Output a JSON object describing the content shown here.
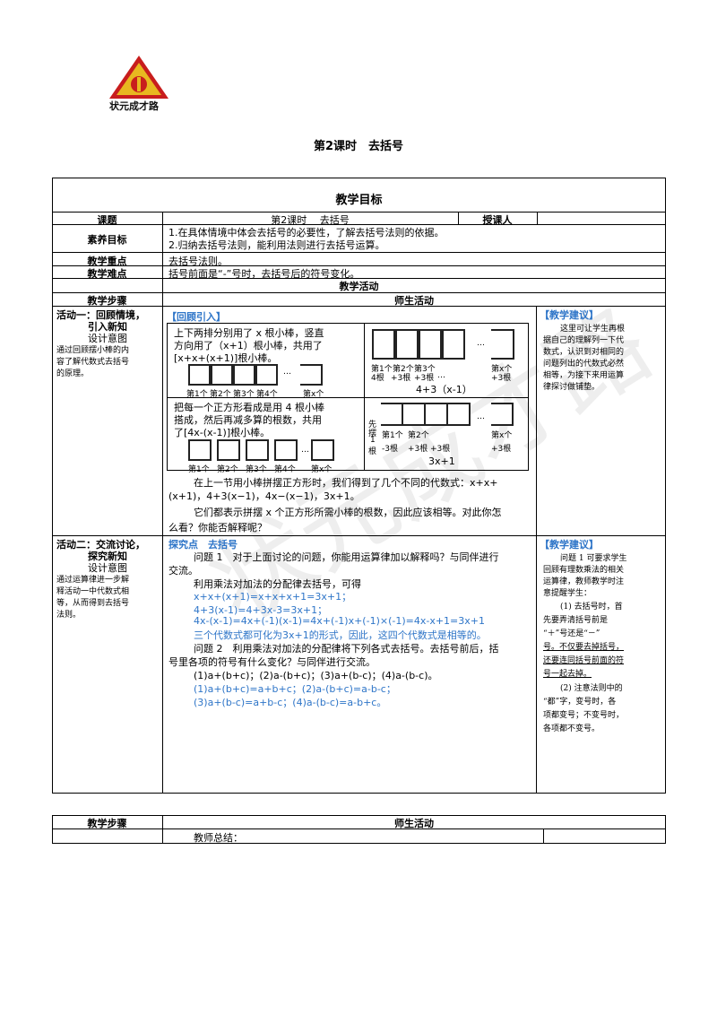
{
  "logo": {
    "text": "状元成才路"
  },
  "page_title": "第2课时　去括号",
  "table1": {
    "header": "教学目标",
    "rows": {
      "lesson_label": "课题",
      "lesson_value": "第2课时　 去括号",
      "teacher_label": "授课人",
      "goal_label": "素养目标",
      "goal_1": "1.在具体情境中体会去括号的必要性，了解去括号法则的依据。",
      "goal_2": "2.归纳去括号法则，能利用法则进行去括号运算。",
      "key_label": "教学重点",
      "key_value": "去括号法则。",
      "diff_label": "教学难点",
      "diff_value": "括号前面是“-”号时，去括号后的符号变化。",
      "activity_header": "教学活动",
      "steps_label": "教学步骤",
      "ts_label": "师生活动"
    },
    "act1": {
      "title_1": "活动一：回顾情境，",
      "title_2": "引入新知",
      "design": "设计意图",
      "intent": [
        "通过回顾摆小棒的内",
        "容了解代数式去括号",
        "的原理。"
      ],
      "section": "【回顾引入】",
      "box1_text": [
        "上下两排分别用了 x 根小棒，竖直",
        "方向用了（x+1）根小棒，共用了",
        "[x+x+(x+1)]根小棒。"
      ],
      "labels_a": [
        "第1个",
        "第2个",
        "第3个",
        "第4个",
        "…",
        "第x个"
      ],
      "box2_labels": [
        "第1个",
        "第2个",
        "第3个",
        "…",
        "第x个"
      ],
      "box2_sub": [
        "4根",
        "+3根",
        "+3根",
        "…",
        "+3根"
      ],
      "box2_formula": "4+3（x-1）",
      "box3_text": [
        "把每一个正方形看成是用 4 根小棒",
        "搭成，然后再减多算的根数，共用",
        "了[4x-(x-1)]根小棒。"
      ],
      "box3_labels": [
        "第1个",
        "第2个",
        "第3个",
        "第4个",
        "第x个"
      ],
      "box4_side": [
        "先",
        "摆",
        "1",
        "根"
      ],
      "box4_labels": [
        "第1个",
        "第2个",
        "…",
        "第x个"
      ],
      "box4_sub": [
        "-3根",
        "+3根",
        "+3根",
        "+3根"
      ],
      "box4_formula": "3x+1",
      "para1": [
        "在上一节用小棒拼摆正方形时，我们得到了几个不同的代数式：x+x+",
        "(x+1)，4+3(x−1)，4x−(x−1)，3x+1。"
      ],
      "para2": [
        "它们都表示拼摆 x 个正方形所需小棒的根数，因此应该相等。对此你怎",
        "么看？你能否解释呢？"
      ],
      "suggest_title": "【教学建议】",
      "suggest": [
        "这里可让学生再根",
        "据自己的理解列一下代",
        "数式，认识到对相同的",
        "问题列出的代数式必然",
        "相等，为接下来用运算",
        "律探讨做铺垫。"
      ]
    },
    "act2": {
      "title_1": "活动二：交流讨论，",
      "title_2": "探究新知",
      "design": "设计意图",
      "intent": [
        "通过运算律进一步解",
        "释活动一中代数式相",
        "等，从而得到去括号",
        "法则。"
      ],
      "section": "探究点　去括号",
      "q1": [
        "问题 1　对于上面讨论的问题，你能用运算律加以解释吗？与同伴进行",
        "交流。"
      ],
      "use": "利用乘法对加法的分配律去括号，可得",
      "eq1": "x+x+(x+1)=x+x+x+1=3x+1；",
      "eq2": "4+3(x-1)=4+3x-3=3x+1；",
      "eq3": "4x-(x-1)=4x+(-1)(x-1)=4x+(-1)x+(-1)×(-1)=4x-x+1=3x+1",
      "eq4": "三个代数式都可化为3x+1的形式，因此，这四个代数式是相等的。",
      "q2": [
        "问题 2　利用乘法对加法的分配律将下列各式去括号。去括号前后，括",
        "号里各项的符号有什么变化？与同伴进行交流。"
      ],
      "items": "(1)a+(b+c)；(2)a-(b+c)；(3)a+(b-c)；(4)a-(b-c)。",
      "ans1": "(1)a+(b+c)=a+b+c；(2)a-(b+c)=a-b-c；",
      "ans2": "(3)a+(b-c)=a+b-c；(4)a-(b-c)=a-b+c。",
      "suggest_title": "【教学建议】",
      "suggest": [
        "问题 1 可要求学生",
        "回顾有理数乘法的相关",
        "运算律，教师教学时注",
        "意提醒学生：",
        "(1) 去括号时，首",
        "先要弄清括号前是",
        "“＋”号还是“－”",
        "号。不仅要去掉括号，",
        "还要连同括号前面的符",
        "号一起去掉。",
        "(2) 注意法则中的",
        "“都”字，变号时，各",
        "项都变号；不变号时，",
        "各项都不变号。"
      ]
    }
  },
  "table2": {
    "steps_label": "教学步骤",
    "ts_label": "师生活动",
    "summary": "教师总结："
  },
  "watermark": "状元成才路"
}
